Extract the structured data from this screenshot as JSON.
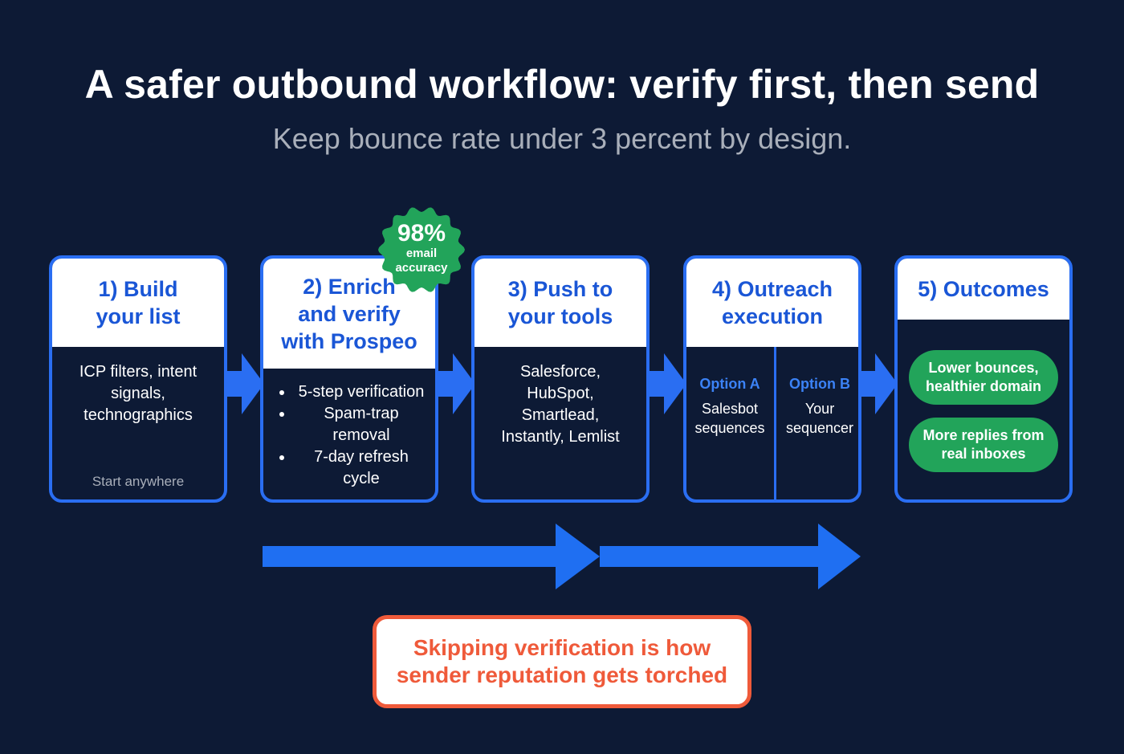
{
  "title": "A safer outbound workflow: verify first, then send",
  "subtitle": "Keep bounce rate under 3 percent by design.",
  "badge": {
    "value": "98%",
    "line1": "email",
    "line2": "accuracy",
    "color": "#22a45a"
  },
  "steps": [
    {
      "title_l1": "1) Build",
      "title_l2": "your list",
      "body_l1": "ICP filters, intent",
      "body_l2": "signals,",
      "body_l3": "technographics",
      "footnote": "Start anywhere"
    },
    {
      "title_l1": "2) Enrich",
      "title_l2": "and verify",
      "title_l3": "with Prospeo",
      "bullets": [
        "5-step verification",
        "Spam-trap removal",
        "7-day refresh cycle"
      ]
    },
    {
      "title_l1": "3) Push to",
      "title_l2": "your tools",
      "body_l1": "Salesforce,",
      "body_l2": "HubSpot,",
      "body_l3": "Smartlead,",
      "body_l4": "Instantly, Lemlist"
    },
    {
      "title_l1": "4) Outreach",
      "title_l2": "execution",
      "option_a": {
        "label": "Option A",
        "l1": "Salesbot",
        "l2": "sequences"
      },
      "option_b": {
        "label": "Option B",
        "l1": "Your",
        "l2": "sequencer"
      }
    },
    {
      "title_l1": "5) Outcomes",
      "outcomes": [
        {
          "l1": "Lower bounces,",
          "l2": "healthier domain"
        },
        {
          "l1": "More replies from",
          "l2": "real inboxes"
        }
      ]
    }
  ],
  "warning": {
    "l1": "Skipping verification is how",
    "l2": "sender reputation gets torched",
    "color": "#ef5a3a"
  },
  "colors": {
    "background": "#0d1a35",
    "accent": "#2a6ef2",
    "heading_text": "#1a56d6",
    "success": "#22a45a"
  }
}
